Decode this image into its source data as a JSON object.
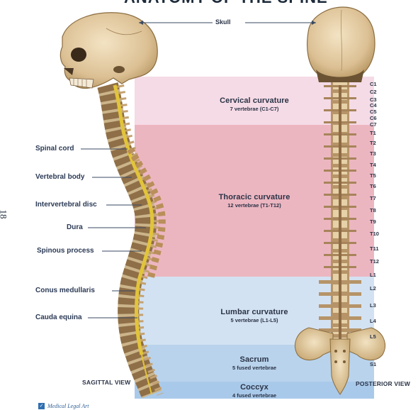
{
  "header_text": "ANATOMY OF THE SPINE",
  "page_number": "18",
  "regions": [
    {
      "title": "Cervical curvature",
      "subtitle": "7 vertebrae (C1-C7)",
      "color": "#f5dbe6"
    },
    {
      "title": "Thoracic curvature",
      "subtitle": "12 vertebrae (T1-T12)",
      "color": "#ecb6c1"
    },
    {
      "title": "Lumbar curvature",
      "subtitle": "5 vertebrae (L1-L5)",
      "color": "#d3e2f2"
    },
    {
      "title": "Sacrum",
      "subtitle": "5 fused vertebrae",
      "color": "#b9d3ec"
    },
    {
      "title": "Coccyx",
      "subtitle": "4 fused vertebrae",
      "color": "#a9c9ea"
    }
  ],
  "skull_label": "Skull",
  "left_labels": [
    "Spinal cord",
    "Vertebral body",
    "Intervertebral disc",
    "Dura",
    "Spinous process",
    "Conus medullaris",
    "Cauda equina"
  ],
  "vertebra_labels": [
    "C1",
    "C2",
    "C3",
    "C4",
    "C5",
    "C6",
    "C7",
    "T1",
    "T2",
    "T3",
    "T4",
    "T5",
    "T6",
    "T7",
    "T8",
    "T9",
    "T10",
    "T11",
    "T12",
    "L1",
    "L2",
    "L3",
    "L4",
    "L5",
    "S1"
  ],
  "sagittal_view": "SAGITTAL VIEW",
  "posterior_view": "POSTERIOR VIEW",
  "brand": "Medical Legal Art",
  "colors": {
    "bone": "#e6d1a8",
    "cord": "#e2c43a",
    "disc": "#cfc7b8",
    "pointer": "#3a4a63"
  }
}
